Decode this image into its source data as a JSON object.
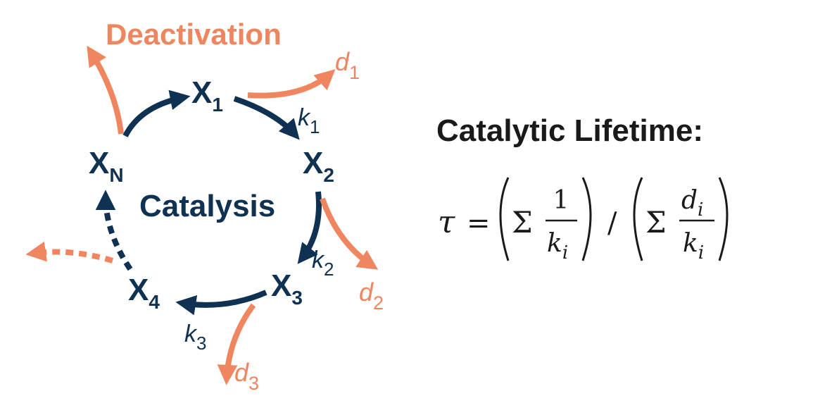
{
  "colors": {
    "catalysis": "#0f3152",
    "deactivation": "#ef865f",
    "text": "#1a1a1a"
  },
  "labels": {
    "deactivation": "Deactivation",
    "catalysis": "Catalysis"
  },
  "species": {
    "x1": {
      "base": "X",
      "sub": "1"
    },
    "x2": {
      "base": "X",
      "sub": "2"
    },
    "x3": {
      "base": "X",
      "sub": "3"
    },
    "x4": {
      "base": "X",
      "sub": "4"
    },
    "xn": {
      "base": "X",
      "sub": "N"
    }
  },
  "rate_constants": {
    "k1": {
      "base": "k",
      "sub": "1"
    },
    "k2": {
      "base": "k",
      "sub": "2"
    },
    "k3": {
      "base": "k",
      "sub": "3"
    }
  },
  "deactivation_constants": {
    "d1": {
      "base": "d",
      "sub": "1"
    },
    "d2": {
      "base": "d",
      "sub": "2"
    },
    "d3": {
      "base": "d",
      "sub": "3"
    }
  },
  "formula": {
    "title": "Catalytic Lifetime:",
    "tau": "τ",
    "equals": "=",
    "sum": "Σ",
    "one": "1",
    "d": "d",
    "k": "k",
    "i": "i",
    "divide": "/"
  }
}
